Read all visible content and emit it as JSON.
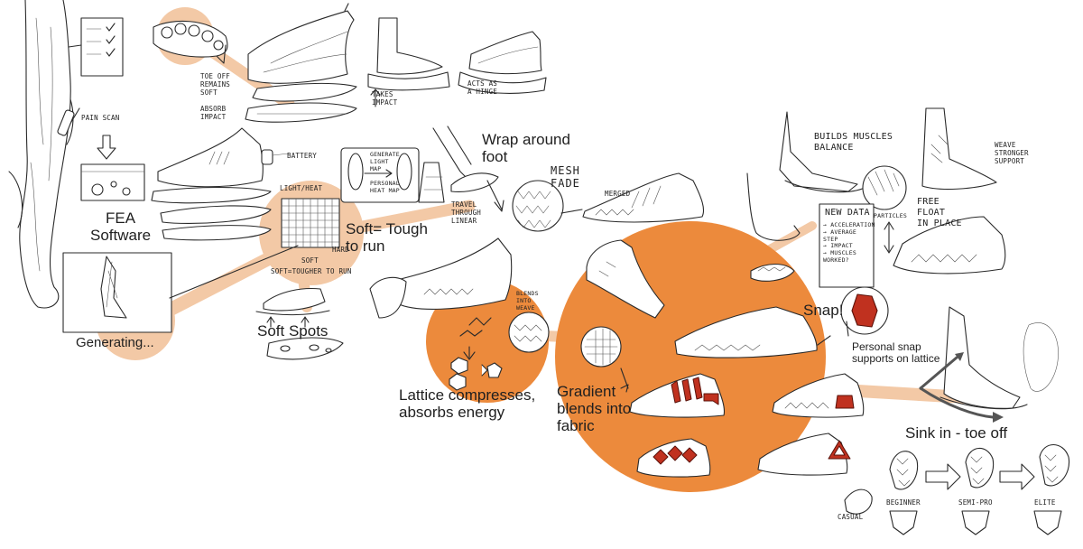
{
  "colors": {
    "accent_orange": "#ec8a3c",
    "accent_peach": "#f3c9a6",
    "lattice_red": "#c0311f",
    "ink": "#2a2a2a"
  },
  "labels": {
    "fea_software": "FEA\nSoftware",
    "generating": "Generating...",
    "soft_spots": "Soft Spots",
    "wrap_around_foot": "Wrap around\nfoot",
    "soft_tough": "Soft= Tough\nto run",
    "lattice_compresses": "Lattice compresses,\nabsorbs energy",
    "gradient_blends": "Gradient\nblends into\nfabric",
    "snap": "Snap!",
    "personal_snap": "Personal snap\nsupports on lattice",
    "sink_in": "Sink in - toe off"
  },
  "notes": {
    "pain_scan": "PAIN SCAN",
    "toe_off": "TOE OFF\nREMAINS\nSOFT",
    "absorb_impact": "ABSORB\nIMPACT",
    "takes_impact": "TAKES\nIMPACT",
    "acts_as_hinge": "ACTS AS\nA HINGE",
    "battery": "BATTERY",
    "light_heat": "LIGHT/HEAT",
    "generate_light_map": "GENERATE\nLIGHT\nMAP",
    "personal_heat_map": "PERSONAL\nHEAT MAP",
    "soft": "SOFT",
    "hard": "HARD",
    "soft_tougher": "SOFT=TOUGHER TO RUN",
    "travel_linear": "TRAVEL\nTHROUGH\nLINEAR",
    "mesh_fade": "MESH\nFADE",
    "merged": "MERGED",
    "blends_into_weave": "BLENDS\nINTO\nWEAVE",
    "builds_muscles": "BUILDS MUSCLES\nBALANCE",
    "weave_stronger": "WEAVE\nSTRONGER\nSUPPORT",
    "new_data": "NEW DATA",
    "data_items": "→ ACCELERATION\n→ AVERAGE\n  STEP\n→ IMPACT\n→ MUSCLES\n  WORKED?",
    "particles": "PARTICLES",
    "free_float": "FREE\nFLOAT\nIN PLACE",
    "casual": "CASUAL",
    "beginner": "BEGINNER",
    "semi_pro": "SEMI-PRO",
    "elite": "ELITE"
  }
}
